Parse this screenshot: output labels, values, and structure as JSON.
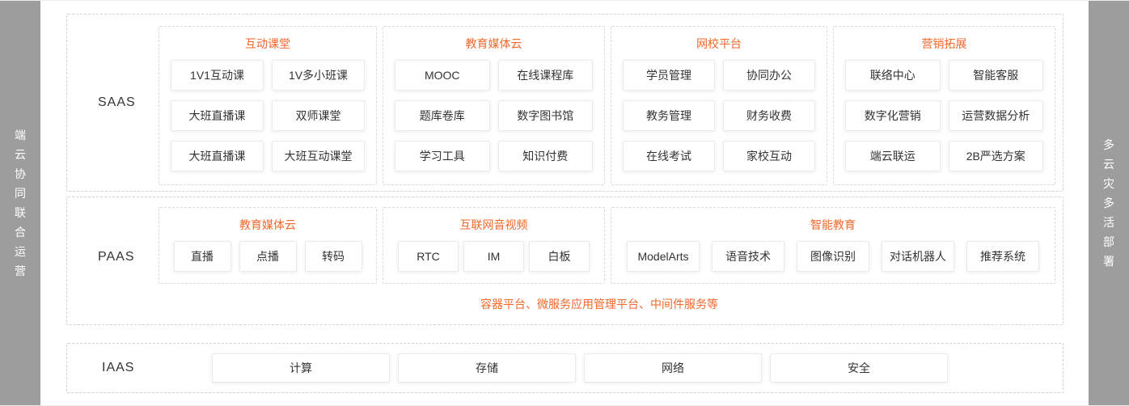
{
  "banners": {
    "left": {
      "text": "端云协同联合运营",
      "chars": [
        "端",
        "云",
        "协",
        "同",
        "联",
        "合",
        "运",
        "营"
      ]
    },
    "right": {
      "text": "多云灾多活部署",
      "chars": [
        "多",
        "云",
        "灾",
        "多",
        "活",
        "部",
        "署"
      ]
    }
  },
  "layers": [
    {
      "label": "SAAS",
      "groups": [
        {
          "title": "互动课堂",
          "items": [
            "1V1互动课",
            "1V多小班课",
            "大班直播课",
            "双师课堂",
            "大班直播课",
            "大班互动课堂"
          ]
        },
        {
          "title": "教育媒体云",
          "items": [
            "MOOC",
            "在线课程库",
            "题库卷库",
            "数字图书馆",
            "学习工具",
            "知识付费"
          ]
        },
        {
          "title": "网校平台",
          "items": [
            "学员管理",
            "协同办公",
            "教务管理",
            "财务收费",
            "在线考试",
            "家校互动"
          ]
        },
        {
          "title": "营销拓展",
          "items": [
            "联络中心",
            "智能客服",
            "数字化营销",
            "运营数据分析",
            "端云联运",
            "2B严选方案"
          ]
        }
      ]
    },
    {
      "label": "PAAS",
      "groups": [
        {
          "title": "教育媒体云",
          "items": [
            "直播",
            "点播",
            "转码"
          ]
        },
        {
          "title": "互联网音视频",
          "items": [
            "RTC",
            "IM",
            "白板"
          ]
        },
        {
          "title": "智能教育",
          "items": [
            "ModelArts",
            "语音技术",
            "图像识别",
            "对话机器人",
            "推荐系统"
          ]
        }
      ],
      "footnote": "容器平台、微服务应用管理平台、中间件服务等"
    },
    {
      "label": "IAAS",
      "items": [
        "计算",
        "存储",
        "网络",
        "安全"
      ]
    }
  ],
  "colors": {
    "accent_orange": "#f2672a",
    "banner_gray": "#9d9d9d",
    "dashed_border": "#d2d2d2",
    "chip_border": "#ebebeb",
    "text_dark": "#333333"
  }
}
